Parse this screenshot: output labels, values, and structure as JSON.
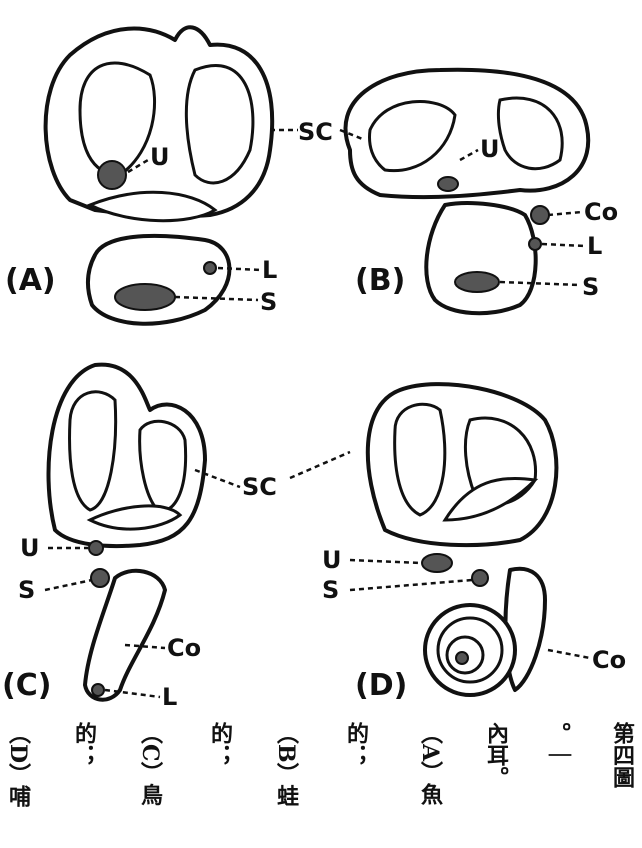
{
  "figure": {
    "panels": [
      {
        "id": "A",
        "label": "(A)"
      },
      {
        "id": "B",
        "label": "(B)"
      },
      {
        "id": "C",
        "label": "(C)"
      },
      {
        "id": "D",
        "label": "(D)"
      }
    ],
    "part_labels": {
      "sc_top": "SC",
      "u_a": "U",
      "l_a": "L",
      "s_a": "S",
      "u_b": "U",
      "co_b": "Co",
      "l_b": "L",
      "s_b": "S",
      "sc_mid": "SC",
      "u_c": "U",
      "s_c": "S",
      "co_c": "Co",
      "l_c": "L",
      "u_d": "U",
      "s_d": "S",
      "co_d": "Co"
    }
  },
  "caption_columns": [
    "第四圖",
    "。｜",
    "內耳。",
    "（A）魚",
    "的；",
    "（B）蛙",
    "的；",
    "（C）鳥",
    "的；",
    "（D）哺"
  ]
}
